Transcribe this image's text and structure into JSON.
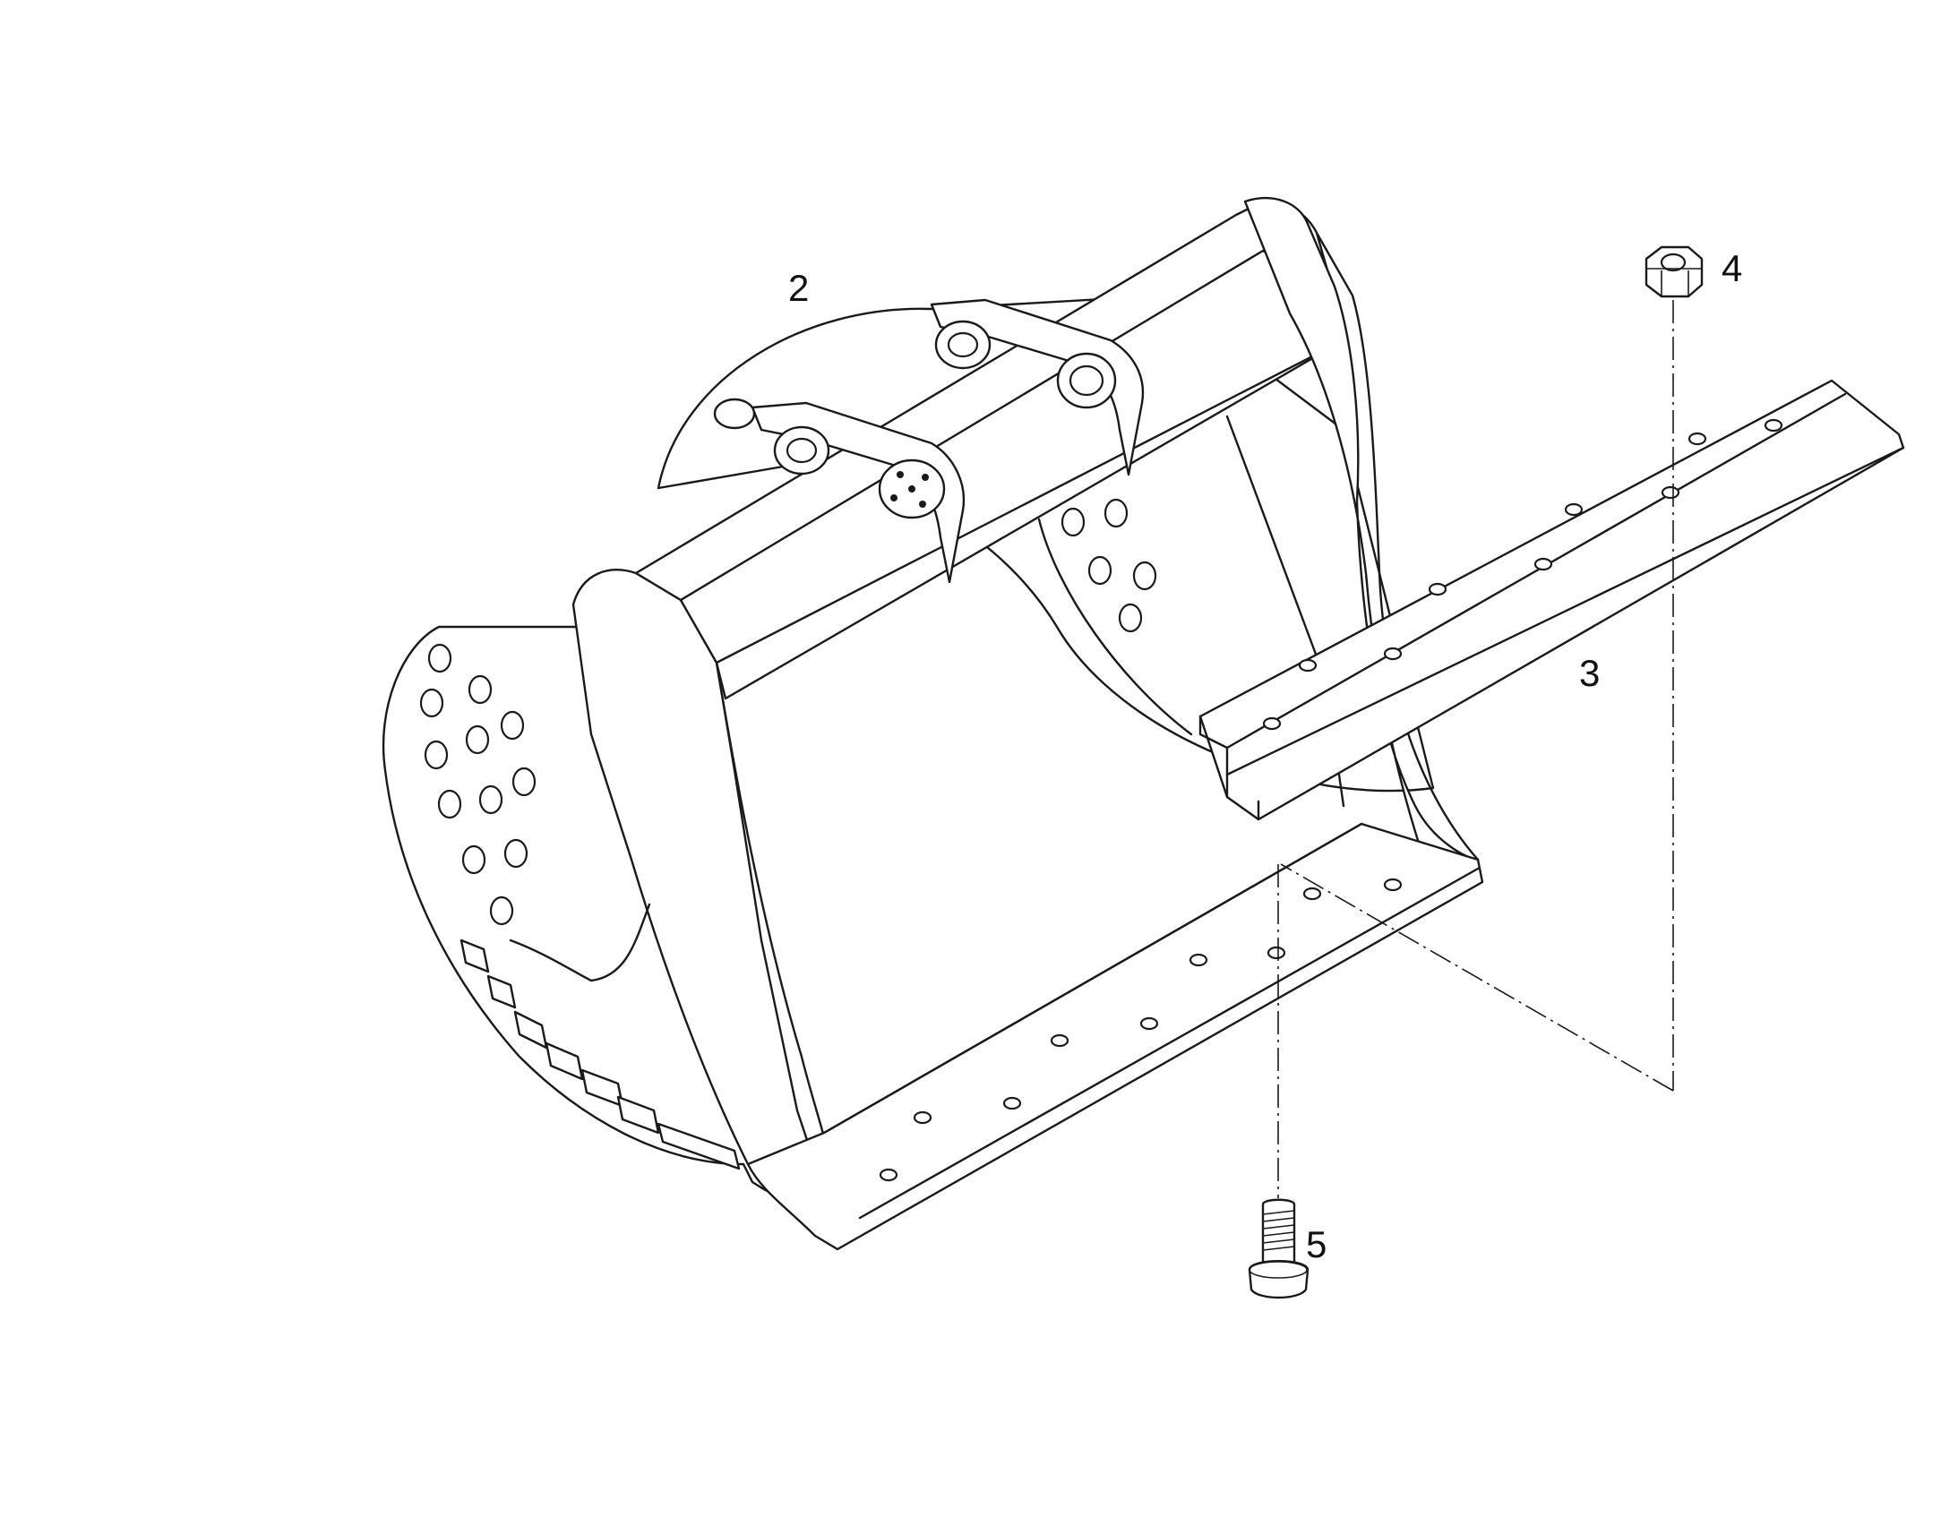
{
  "diagram": {
    "callouts": [
      {
        "id": "part-2",
        "label": "2"
      },
      {
        "id": "part-3",
        "label": "3"
      },
      {
        "id": "part-4",
        "label": "4"
      },
      {
        "id": "part-5",
        "label": "5"
      }
    ]
  }
}
